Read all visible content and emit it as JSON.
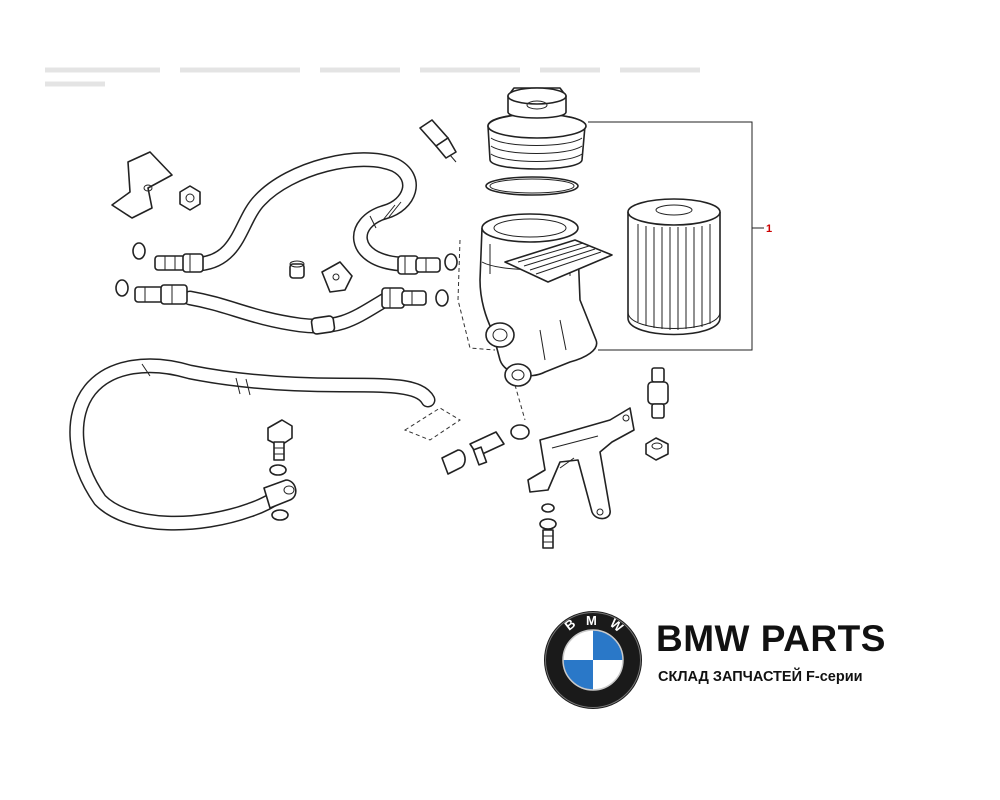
{
  "diagram": {
    "callouts": [
      {
        "id": "oil-filter-housing-assembly",
        "label": "1"
      }
    ]
  },
  "brand": {
    "logo_letters": [
      "B",
      "M",
      "W"
    ],
    "title": "BMW PARTS",
    "subtitle": "СКЛАД ЗАПЧАСТЕЙ F-серии"
  },
  "colors": {
    "line": "#222222",
    "callout": "#cc0000",
    "roundel_blue": "#2a78c8",
    "roundel_ring": "#1a1a1a"
  }
}
